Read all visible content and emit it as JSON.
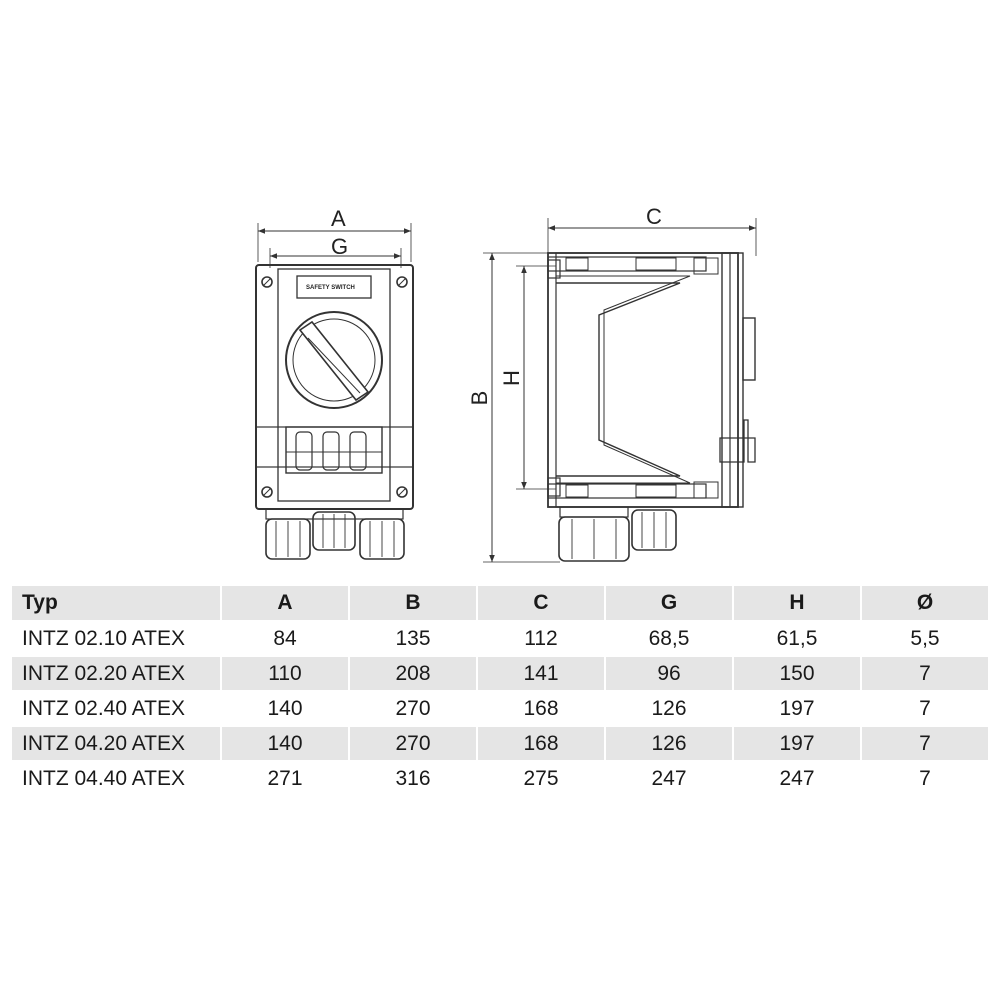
{
  "drawing": {
    "front_labels": [
      "A",
      "G"
    ],
    "side_labels": [
      "C",
      "H",
      "B"
    ],
    "plate_text": "SAFETY SWITCH"
  },
  "table": {
    "headers": [
      "Typ",
      "A",
      "B",
      "C",
      "G",
      "H",
      "Ø"
    ],
    "rows": [
      [
        "INTZ 02.10 ATEX",
        "84",
        "135",
        "112",
        "68,5",
        "61,5",
        "5,5"
      ],
      [
        "INTZ 02.20 ATEX",
        "110",
        "208",
        "141",
        "96",
        "150",
        "7"
      ],
      [
        "INTZ 02.40 ATEX",
        "140",
        "270",
        "168",
        "126",
        "197",
        "7"
      ],
      [
        "INTZ 04.20 ATEX",
        "140",
        "270",
        "168",
        "126",
        "197",
        "7"
      ],
      [
        "INTZ 04.40 ATEX",
        "271",
        "316",
        "275",
        "247",
        "247",
        "7"
      ]
    ]
  }
}
